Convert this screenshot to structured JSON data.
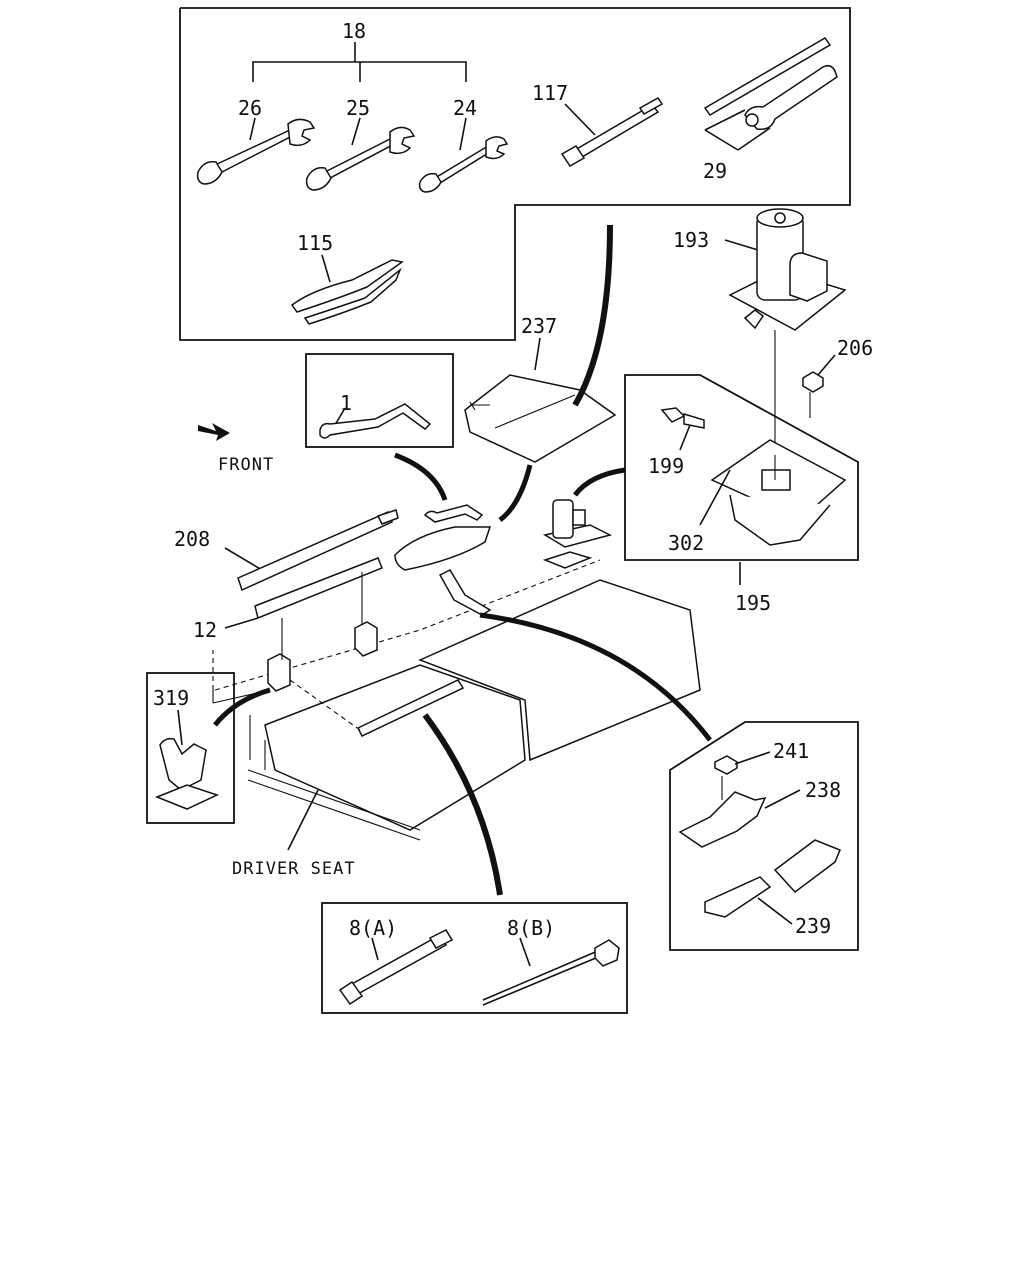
{
  "labels": {
    "p18": "18",
    "p26": "26",
    "p25": "25",
    "p24": "24",
    "p117": "117",
    "p29": "29",
    "p115": "115",
    "p193": "193",
    "p206": "206",
    "p237": "237",
    "p1": "1",
    "p199": "199",
    "p302": "302",
    "p195": "195",
    "p208": "208",
    "p12": "12",
    "p319": "319",
    "p241": "241",
    "p238": "238",
    "p239": "239",
    "p8a": "8(A)",
    "p8b": "8(B)",
    "front": "FRONT",
    "driver_seat": "DRIVER SEAT"
  }
}
